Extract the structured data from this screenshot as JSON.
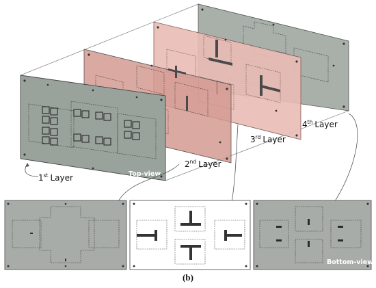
{
  "layers": [
    {
      "label": "1",
      "suffix": "st",
      "word": "Layer"
    },
    {
      "label": "2",
      "suffix": "nd",
      "word": "Layer"
    },
    {
      "label": "3",
      "suffix": "rd",
      "word": "Layer"
    },
    {
      "label": "4",
      "suffix": "th",
      "word": "Layer"
    }
  ],
  "views": {
    "top": "Top-view",
    "bottom": "Bottom-view"
  },
  "caption": "(b)",
  "colors": {
    "layer1": "#9aa39b",
    "layer2": "#d39a92",
    "layer3": "#e9bcb5",
    "layer4": "#a9b0aa",
    "panel_gray": "#a8aca9",
    "panel_white": "#ffffff"
  }
}
